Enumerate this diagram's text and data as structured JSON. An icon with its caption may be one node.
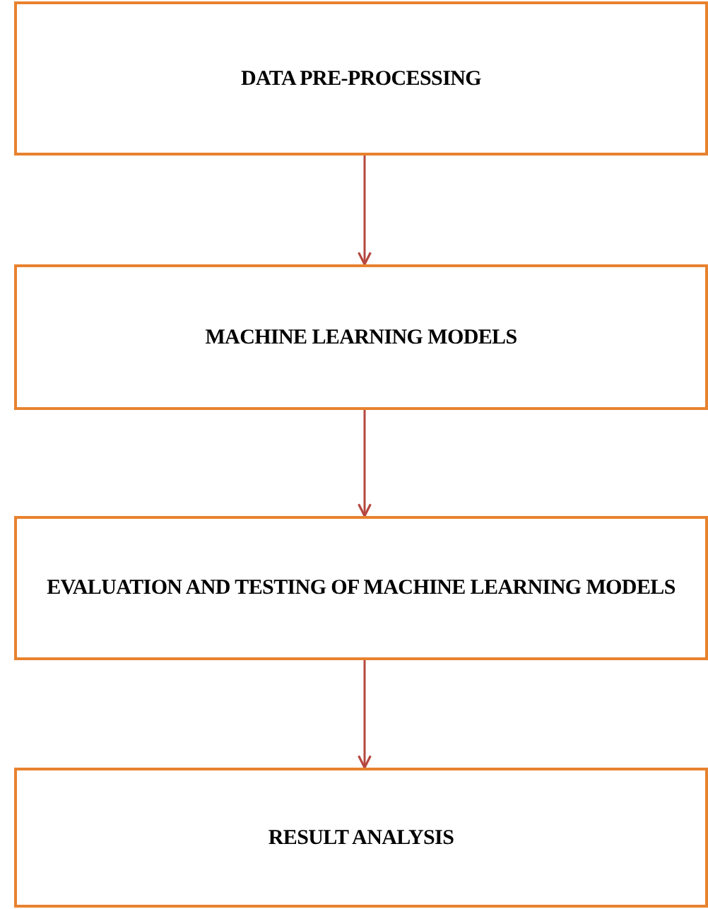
{
  "diagram": {
    "nodes": [
      {
        "text": [
          "DATA PRE-PROCESSING"
        ]
      },
      {
        "text": [
          "MACHINE LEARNING MODELS"
        ]
      },
      {
        "text": [
          "EVALUATION AND TESTING OF MACHINE LEARNING MODELS"
        ]
      },
      {
        "text": [
          "RESULT ANALYSIS"
        ]
      }
    ],
    "edges": [
      {
        "from": 0,
        "to": 1,
        "arrow": "to"
      },
      {
        "from": 1,
        "to": 2,
        "arrow": "to"
      },
      {
        "from": 2,
        "to": 3,
        "arrow": "to"
      }
    ]
  }
}
